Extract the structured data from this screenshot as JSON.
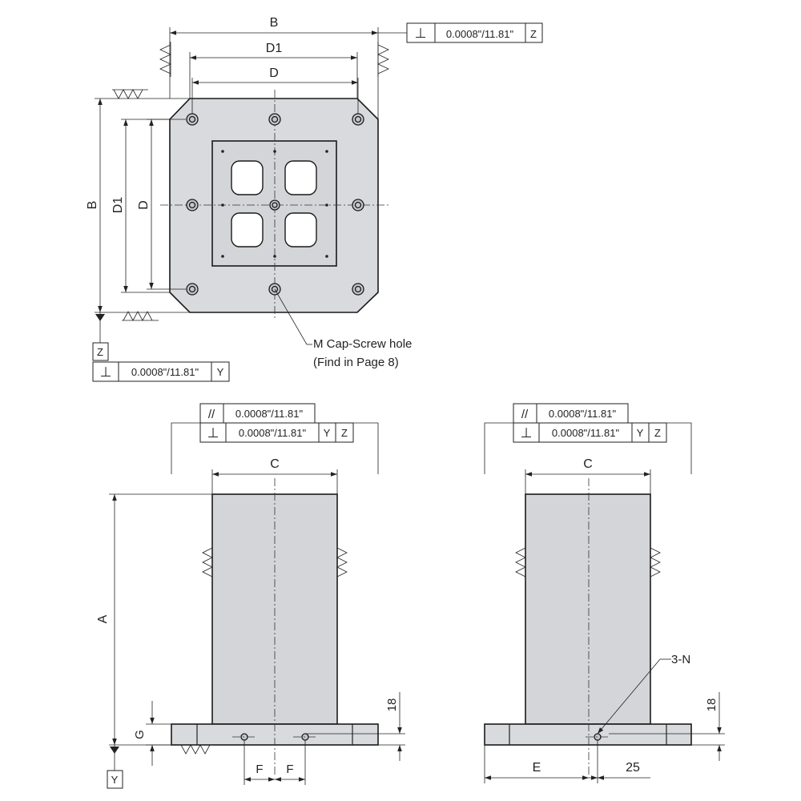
{
  "dims": {
    "B": "B",
    "D1": "D1",
    "D": "D",
    "A": "A",
    "C": "C",
    "G": "G",
    "E": "E",
    "F": "F",
    "val18": "18",
    "val25": "25"
  },
  "tolerances": {
    "value": "0.0008\"/11.81\"",
    "perp_symbol": "⊥",
    "par_symbol": "//",
    "datum_Z": "Z",
    "datum_Y": "Y"
  },
  "callouts": {
    "screw_line1": "M Cap-Screw hole",
    "screw_line2": "(Find in Page 8)",
    "tap": "3-N"
  }
}
